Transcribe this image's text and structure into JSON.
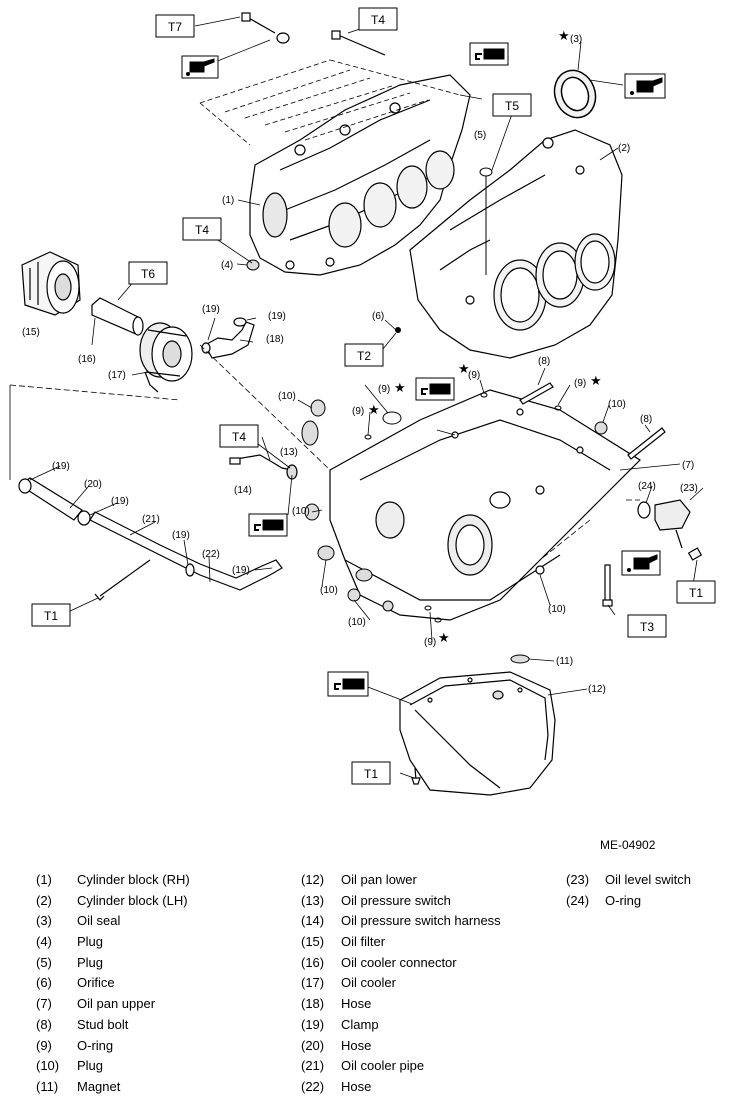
{
  "torque_labels": [
    "T1",
    "T2",
    "T3",
    "T4",
    "T5",
    "T6",
    "T7"
  ],
  "callouts": [
    "(1)",
    "(2)",
    "(3)",
    "(4)",
    "(5)",
    "(6)",
    "(7)",
    "(8)",
    "(9)",
    "(10)",
    "(11)",
    "(12)",
    "(13)",
    "(14)",
    "(15)",
    "(16)",
    "(17)",
    "(18)",
    "(19)",
    "(20)",
    "(21)",
    "(22)",
    "(23)",
    "(24)"
  ],
  "star_symbol": "★",
  "diagram_code": "ME-04902",
  "legend": [
    {
      "num": "(1)",
      "label": "Cylinder block (RH)"
    },
    {
      "num": "(2)",
      "label": "Cylinder block (LH)"
    },
    {
      "num": "(3)",
      "label": "Oil seal"
    },
    {
      "num": "(4)",
      "label": "Plug"
    },
    {
      "num": "(5)",
      "label": "Plug"
    },
    {
      "num": "(6)",
      "label": "Orifice"
    },
    {
      "num": "(7)",
      "label": "Oil pan upper"
    },
    {
      "num": "(8)",
      "label": "Stud bolt"
    },
    {
      "num": "(9)",
      "label": "O-ring"
    },
    {
      "num": "(10)",
      "label": "Plug"
    },
    {
      "num": "(11)",
      "label": "Magnet"
    },
    {
      "num": "(12)",
      "label": "Oil pan lower"
    },
    {
      "num": "(13)",
      "label": "Oil pressure switch"
    },
    {
      "num": "(14)",
      "label": "Oil pressure switch harness"
    },
    {
      "num": "(15)",
      "label": "Oil filter"
    },
    {
      "num": "(16)",
      "label": "Oil cooler connector"
    },
    {
      "num": "(17)",
      "label": "Oil cooler"
    },
    {
      "num": "(18)",
      "label": "Hose"
    },
    {
      "num": "(19)",
      "label": "Clamp"
    },
    {
      "num": "(20)",
      "label": "Hose"
    },
    {
      "num": "(21)",
      "label": "Oil cooler pipe"
    },
    {
      "num": "(22)",
      "label": "Hose"
    },
    {
      "num": "(23)",
      "label": "Oil level switch"
    },
    {
      "num": "(24)",
      "label": "O-ring"
    }
  ]
}
